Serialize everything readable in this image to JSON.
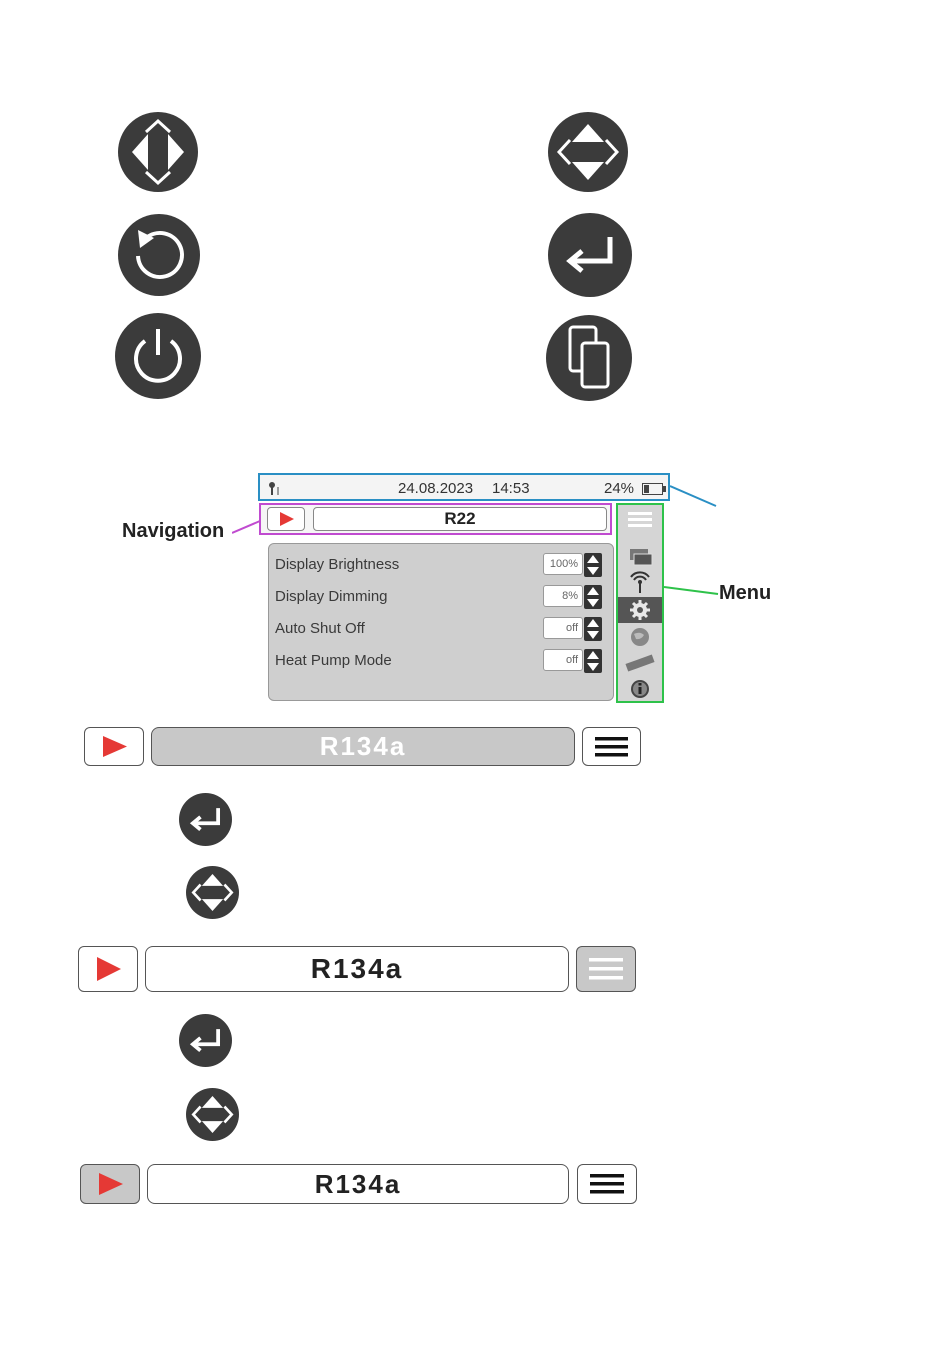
{
  "screen": {
    "status": {
      "date": "24.08.2023",
      "time": "14:53",
      "battery": "24%"
    },
    "nav_title": "R22",
    "settings": [
      {
        "label": "Display Brightness",
        "value": "100%"
      },
      {
        "label": "Display Dimming",
        "value": "8%"
      },
      {
        "label": "Auto Shut Off",
        "value": "off"
      },
      {
        "label": "Heat Pump Mode",
        "value": "off"
      }
    ]
  },
  "callouts": {
    "navigation": "Navigation",
    "menu": "Menu"
  },
  "bars": [
    {
      "title": "R134a",
      "highlighted": "title"
    },
    {
      "title": "R134a",
      "highlighted": "menu"
    },
    {
      "title": "R134a",
      "highlighted": "play"
    }
  ],
  "colors": {
    "status_frame": "#2a8fc4",
    "nav_frame": "#c04bd0",
    "menu_frame": "#2ec24a",
    "play": "#e53935",
    "button": "#3b3b3b"
  }
}
